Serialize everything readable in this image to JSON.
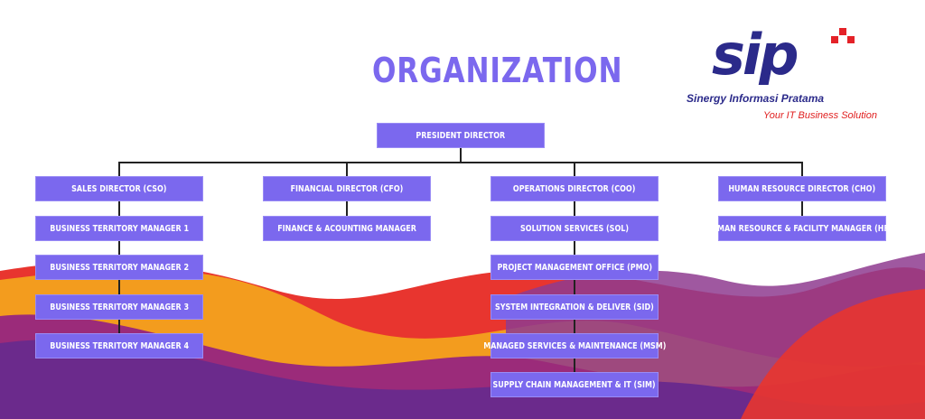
{
  "title": "ORGANIZATION",
  "logo": {
    "mark": "sip",
    "name": "Sinergy Informasi    Pratama",
    "tagline": "Your IT Business Solution"
  },
  "president": "PRESIDENT DIRECTOR",
  "columns": [
    {
      "items": [
        "SALES DIRECTOR (CSO)",
        "BUSINESS TERRITORY MANAGER 1",
        "BUSINESS TERRITORY MANAGER 2",
        "BUSINESS TERRITORY MANAGER 3",
        "BUSINESS TERRITORY MANAGER 4"
      ]
    },
    {
      "items": [
        "FINANCIAL DIRECTOR (CFO)",
        "FINANCE & ACOUNTING MANAGER"
      ]
    },
    {
      "items": [
        "OPERATIONS DIRECTOR (COO)",
        "SOLUTION SERVICES (SOL)",
        "PROJECT MANAGEMENT OFFICE (PMO)",
        "SYSTEM INTEGRATION & DELIVER (SID)",
        "MANAGED SERVICES & MAINTENANCE (MSM)",
        "SUPPLY CHAIN MANAGEMENT & IT (SIM)"
      ]
    },
    {
      "items": [
        "HUMAN RESOURCE DIRECTOR (CHO)",
        "HUMAN RESOURCE & FACILITY MANAGER (HFM)"
      ]
    }
  ],
  "colors": {
    "box": "#7b68ee",
    "title": "#7b68ee",
    "logo": "#2b2a8a",
    "accent": "#e42228"
  }
}
